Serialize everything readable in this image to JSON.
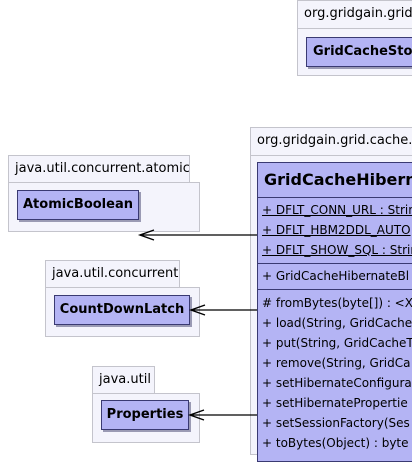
{
  "top_package": {
    "name": "org.gridgain.grid.",
    "class_name": "GridCacheSto"
  },
  "main_package": {
    "name": "org.gridgain.grid.cache.s",
    "class": {
      "title": "GridCacheHibern",
      "fields": [
        "+ DFLT_CONN_URL : Strin",
        "+ DFLT_HBM2DDL_AUTO",
        "+ DFLT_SHOW_SQL : Strin"
      ],
      "constructors": [
        "+ GridCacheHibernateBl"
      ],
      "methods": [
        "# fromBytes(byte[]) : <X",
        "+ load(String, GridCache",
        "+ put(String, GridCacheT",
        "+ remove(String, GridCa",
        "+ setHibernateConfigura",
        "+ setHibernatePropertie",
        "+ setSessionFactory(Ses",
        "+ toBytes(Object) : byte"
      ]
    }
  },
  "dependencies": [
    {
      "package": "java.util.concurrent.atomic",
      "class_name": "AtomicBoolean"
    },
    {
      "package": "java.util.concurrent",
      "class_name": "CountDownLatch"
    },
    {
      "package": "java.util",
      "class_name": "Properties"
    }
  ],
  "colors": {
    "class_fill": "#b4b4f4",
    "package_fill": "#f4f4fc",
    "border": "#3a3a72",
    "arrow": "#000000"
  }
}
